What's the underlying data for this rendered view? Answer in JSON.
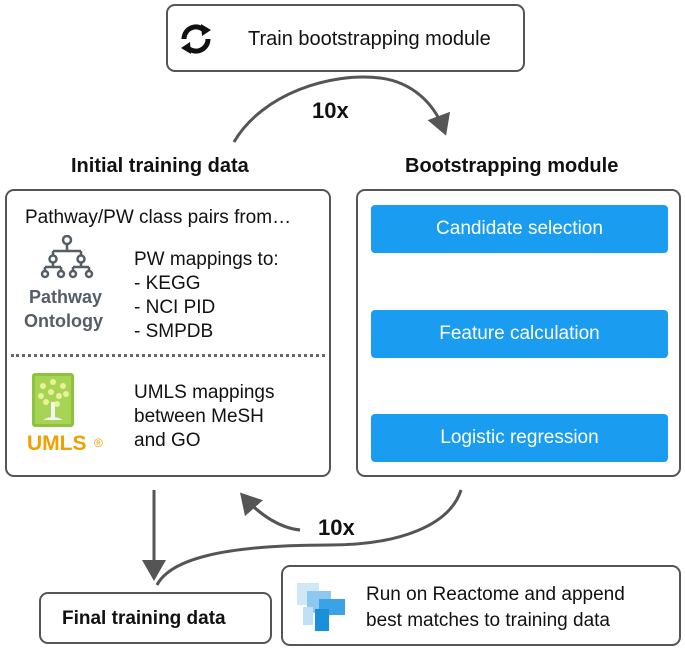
{
  "train_box": {
    "label": "Train bootstrapping module",
    "icon": "sync-arrows-icon"
  },
  "loop_top": {
    "label": "10x"
  },
  "loop_bottom": {
    "label": "10x"
  },
  "initial": {
    "heading": "Initial training data",
    "intro": "Pathway/PW class pairs from…",
    "pathway_logo": {
      "line1": "Pathway",
      "line2": "Ontology",
      "icon": "hierarchy-tree-icon"
    },
    "pw_mappings": {
      "title": "PW mappings to:",
      "items": [
        "- KEGG",
        "- NCI PID",
        "- SMPDB"
      ]
    },
    "umls_logo": {
      "text": "UMLS",
      "mark": "®",
      "icon": "tree-book-icon"
    },
    "umls_mappings": {
      "lines": [
        "UMLS mappings",
        "between MeSH",
        "and GO"
      ]
    }
  },
  "bootstrap": {
    "heading": "Bootstrapping module",
    "steps": [
      "Candidate selection",
      "Feature calculation",
      "Logistic regression"
    ]
  },
  "final": {
    "label": "Final training data"
  },
  "reactome": {
    "lines": [
      "Run on Reactome and append",
      "best matches to training data"
    ],
    "icon": "reactome-logo-icon"
  },
  "colors": {
    "step_blue": "#1a9cf0",
    "umls_orange": "#f0a000",
    "umls_green": "#8cc43c",
    "border_gray": "#555555",
    "pathway_gray": "#555d66"
  }
}
